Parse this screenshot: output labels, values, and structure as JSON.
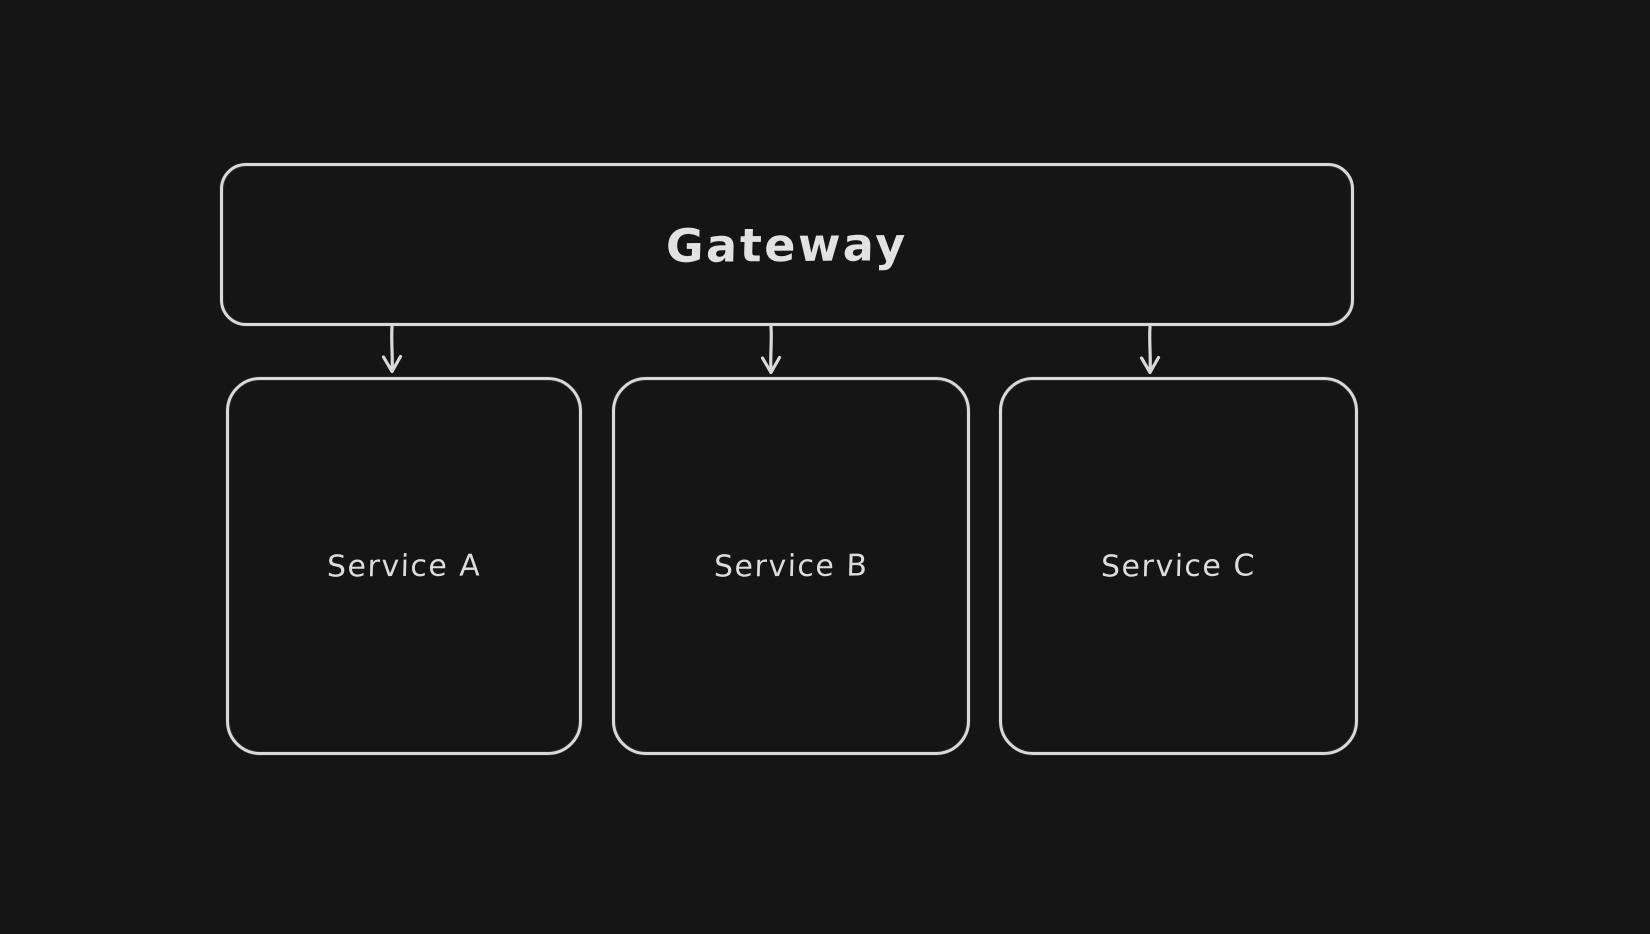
{
  "diagram": {
    "type": "flowchart",
    "theme": "dark",
    "colors": {
      "background": "#151515",
      "stroke": "#d9d9d9",
      "text": "#e2e2e2"
    },
    "nodes": [
      {
        "id": "gateway",
        "label": "Gateway",
        "shape": "rounded-rectangle"
      },
      {
        "id": "service-a",
        "label": "Service A",
        "shape": "rounded-rectangle"
      },
      {
        "id": "service-b",
        "label": "Service B",
        "shape": "rounded-rectangle"
      },
      {
        "id": "service-c",
        "label": "Service C",
        "shape": "rounded-rectangle"
      }
    ],
    "edges": [
      {
        "from": "gateway",
        "to": "service-a",
        "style": "arrow-down"
      },
      {
        "from": "gateway",
        "to": "service-b",
        "style": "arrow-down"
      },
      {
        "from": "gateway",
        "to": "service-c",
        "style": "arrow-down"
      }
    ]
  }
}
